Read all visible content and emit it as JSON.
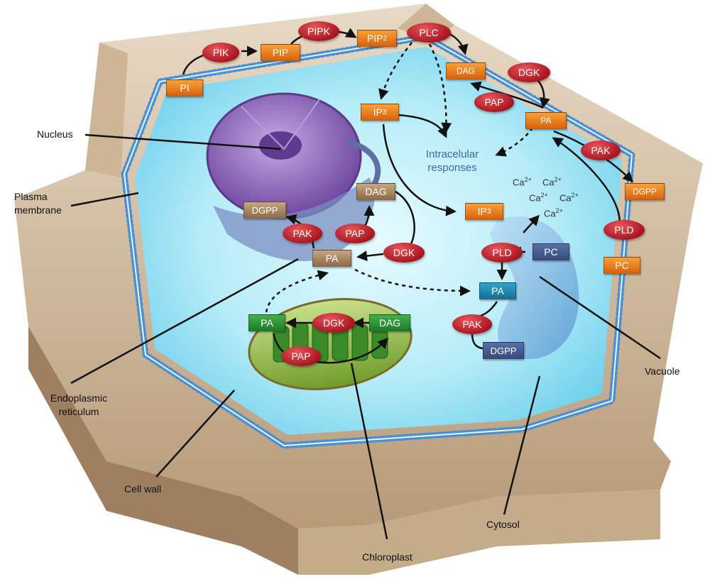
{
  "membrane_chain": {
    "pi": "PI",
    "pik": "PIK",
    "pip": "PIP",
    "pipk": "PIPK",
    "pip2": "PIP",
    "pip2_sub": "2",
    "plc": "PLC",
    "dag": "DAG",
    "dgk": "DGK",
    "pap": "PAP",
    "pa": "PA",
    "pak": "PAK",
    "dgpp": "DGPP",
    "pld": "PLD",
    "pc": "PC"
  },
  "cytosol": {
    "ip3_upper": "IP",
    "ip3_upper_sub": "3",
    "ip3_lower": "IP",
    "ip3_lower_sub": "3",
    "intracellular_line1": "Intracelular",
    "intracellular_line2": "responses",
    "ca_label": "Ca",
    "ca_charge": "2+"
  },
  "er_cycle": {
    "dag": "DAG",
    "dgpp": "DGPP",
    "pak": "PAK",
    "pap": "PAP",
    "pa": "PA",
    "dgk": "DGK"
  },
  "chloroplast_cycle": {
    "pa": "PA",
    "dgk": "DGK",
    "dag": "DAG",
    "pap": "PAP"
  },
  "vacuole_cycle": {
    "pld": "PLD",
    "pc": "PC",
    "pa": "PA",
    "pak": "PAK",
    "dgpp": "DGPP"
  },
  "labels": {
    "nucleus": "Nucleus",
    "plasma_membrane_line1": "Plasma",
    "plasma_membrane_line2": "membrane",
    "er_line1": "Endoplasmic",
    "er_line2": "reticulum",
    "cell_wall": "Cell wall",
    "chloroplast": "Chloroplast",
    "cytosol": "Cytosol",
    "vacuole": "Vacuole"
  },
  "colors": {
    "cell_wall": "#dccab1",
    "cytosol": "#9fe3f5",
    "membrane_bead": "#4a90d0",
    "enzyme_red": "#b51c24",
    "lipid_orange": "#e9801c",
    "nucleus_purple": "#8a63b3",
    "chloroplast_green": "#4aa12f",
    "vacuole_blue": "#7fb6e0"
  }
}
